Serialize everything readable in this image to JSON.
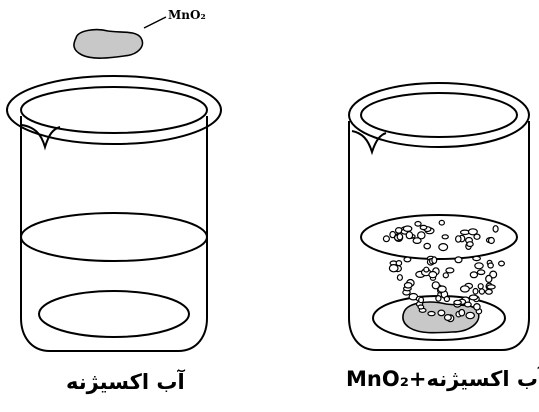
{
  "diagram": {
    "catalyst_label": "MnO₂",
    "beaker_left_caption": "آب اکسیژنه",
    "beaker_right_caption": "آب اکسیژنه+MnO₂",
    "colors": {
      "stroke": "#000000",
      "catalyst_fill": "#c8c8c8",
      "background": "#ffffff"
    }
  }
}
